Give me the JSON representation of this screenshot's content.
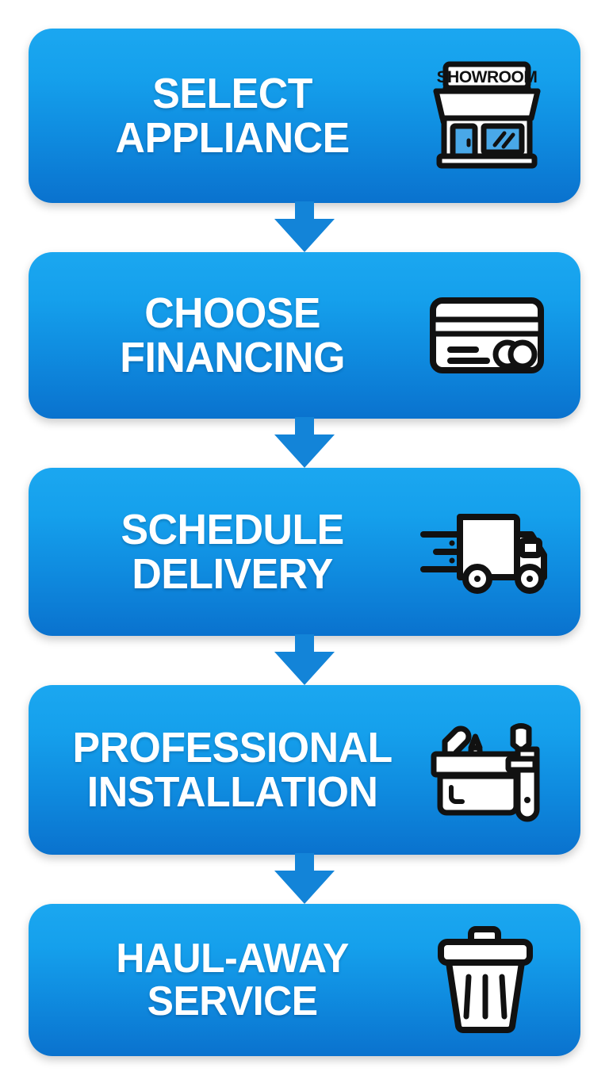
{
  "infographic": {
    "type": "vertical-process-flow",
    "background_color": "#FFFFFF",
    "card_gradient_top": "#1BA7F0",
    "card_gradient_bottom": "#0A72CE",
    "arrow_color": "#1384D8",
    "label_color": "#FFFFFF",
    "icon_stroke_color": "#111111",
    "icon_fill_color": "#FFFFFF",
    "steps": [
      {
        "index": 1,
        "label": "SELECT\nAPPLIANCE",
        "line1": "SELECT",
        "line2": "APPLIANCE",
        "icon": "showroom-storefront-icon",
        "icon_text": "SHOWROOM"
      },
      {
        "index": 2,
        "label": "CHOOSE\nFINANCING",
        "line1": "CHOOSE",
        "line2": "FINANCING",
        "icon": "credit-card-icon"
      },
      {
        "index": 3,
        "label": "SCHEDULE\nDELIVERY",
        "line1": "SCHEDULE",
        "line2": "DELIVERY",
        "icon": "delivery-truck-icon"
      },
      {
        "index": 4,
        "label": "PROFESSIONAL\nINSTALLATION",
        "line1": "PROFESSIONAL",
        "line2": "INSTALLATION",
        "icon": "tool-belt-wrench-icon"
      },
      {
        "index": 5,
        "label": "HAUL-AWAY\nSERVICE",
        "line1": "HAUL-AWAY",
        "line2": "SERVICE",
        "icon": "trash-can-icon"
      }
    ],
    "connectors": [
      {
        "from": 1,
        "to": 2,
        "icon": "arrow-down-icon"
      },
      {
        "from": 2,
        "to": 3,
        "icon": "arrow-down-icon"
      },
      {
        "from": 3,
        "to": 4,
        "icon": "arrow-down-icon"
      },
      {
        "from": 4,
        "to": 5,
        "icon": "arrow-down-icon"
      }
    ]
  }
}
